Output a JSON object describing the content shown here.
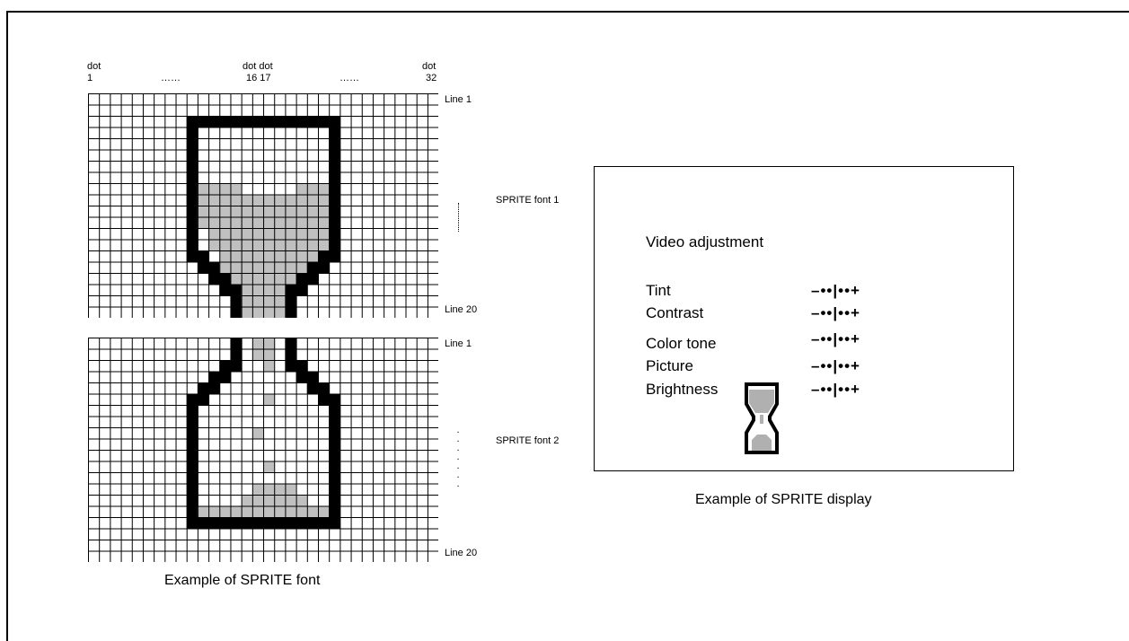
{
  "header": {
    "dot_first": "dot",
    "dot_first_num": "1",
    "ellipsis": "……",
    "dot_mid": "dot dot",
    "dot_mid_nums": "16 17",
    "dot_last": "dot",
    "dot_last_num": "32"
  },
  "line_labels": {
    "font1_first": "Line 1",
    "font1_last": "Line 20",
    "font2_first": "Line 1",
    "font2_last": "Line 20"
  },
  "sprite_labels": {
    "font1": "SPRITE font 1",
    "font2": "SPRITE font 2"
  },
  "captions": {
    "font": "Example of SPRITE font",
    "display": "Example of SPRITE display"
  },
  "grid": {
    "columns": 32,
    "rows": 20,
    "black_color": "#000000",
    "gray_color": "#c0c0c0",
    "font1_black": [
      "...................",
      "...................",
      ".........##############",
      ".........#............#",
      ".........#............#",
      ".........#............#",
      ".........#............#",
      ".........#............#",
      ".........#............#",
      ".........#............#",
      ".........#............#",
      ".........#............#",
      ".........#............#",
      ".........#............#",
      ".........##..........##",
      "..........##........##",
      "...........##......##",
      "............##....##",
      ".............#....#",
      ".............#....#"
    ],
    "font1_gray": [
      "",
      "",
      "",
      "",
      "",
      "",
      "",
      "",
      "..........GGGG.....GGGG",
      "..........GGGGGGGGGGGGG",
      "..........GGGGGGGGGGGGG",
      "..........GGGGGGGGGGGGG",
      "...........GGGGGGGGGGG",
      "...........GGGGGGGGGGG",
      "............GGGGGGGGG",
      "............GGGGGGGG",
      ".............GGGGGG",
      "..............GGGG",
      "..............GGGG",
      "..............GGGG"
    ],
    "font2_black": [
      ".............#....#",
      ".............#....#",
      "............##....##",
      "...........##......##",
      "..........##........##",
      ".........##..........##",
      ".........#............#",
      ".........#............#",
      ".........#............#",
      ".........#............#",
      ".........#............#",
      ".........#............#",
      ".........#............#",
      ".........#............#",
      ".........#............#",
      ".........#............#",
      ".........##############",
      "",
      "",
      ""
    ],
    "font2_gray": [
      "...............GG",
      "...............GG",
      "................G",
      "",
      "",
      "................G",
      "",
      "",
      "...............G",
      "",
      "",
      "................G",
      "",
      "...............GGGG",
      "..............GGGGGG",
      "..........GGGGGGGGGGGGG",
      "..........GGGGGGGGGGGGG",
      "",
      "",
      ""
    ]
  },
  "display": {
    "title": "Video adjustment",
    "items": [
      {
        "label": "Tint",
        "control": "–••|••+"
      },
      {
        "label": "Contrast",
        "control": "–••|••+"
      },
      {
        "label": "Color tone",
        "control": "–••|••+"
      },
      {
        "label": "Picture",
        "control": "–••|••+"
      },
      {
        "label": "Brightness",
        "control": "–••|••+"
      }
    ],
    "cursor_icon": "hourglass-icon"
  }
}
